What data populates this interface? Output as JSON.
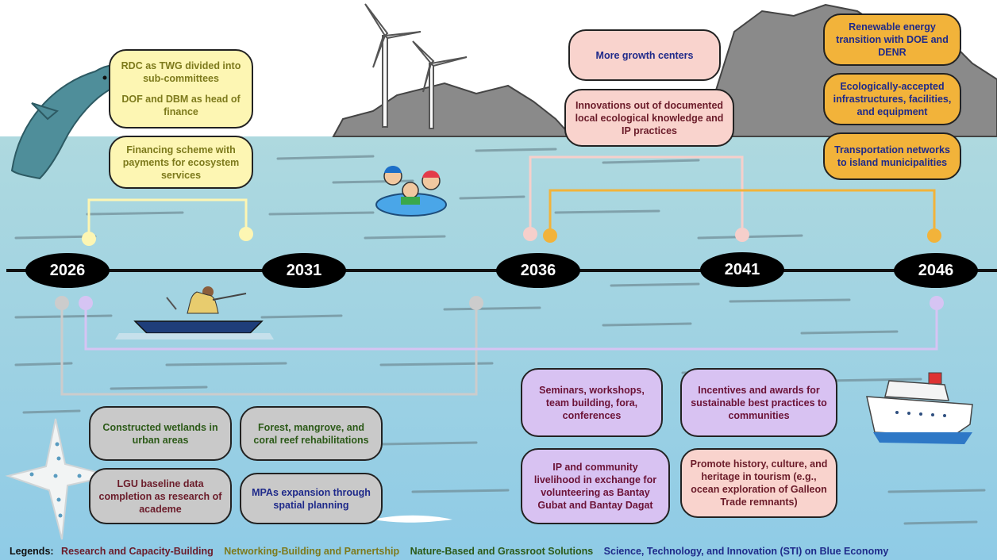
{
  "colors": {
    "sky": "#ffffff",
    "sea_top": "#aed9df",
    "sea_bottom": "#8fcbe6",
    "timeline": "#111111",
    "yellow_line": "#fdf6b3",
    "pink_line": "#f6cfcb",
    "orange_line": "#f2b33a",
    "gray_line": "#cccccc",
    "lavender_line": "#d6c4f3"
  },
  "timeline": {
    "years": [
      "2026",
      "2031",
      "2036",
      "2041",
      "2046"
    ]
  },
  "boxes": {
    "rdc_twg": "RDC as TWG divided into sub-committees",
    "dof_dbm": "DOF and DBM as head of finance",
    "financing_scheme": "Financing scheme with payments for ecosystem services",
    "growth_centers": "More growth centers",
    "innovations": "Innovations out of documented local ecological knowledge and IP practices",
    "renewable_energy": "Renewable energy transition with DOE and DENR",
    "eco_infra": "Ecologically-accepted infrastructures, facilities, and equipment",
    "transport_networks": "Transportation networks to island municipalities",
    "seminars": "Seminars, workshops, team building, fora, conferences",
    "incentives": "Incentives and awards for sustainable best practices to communities",
    "ip_livelihood": "IP and community livelihood in exchange for volunteering as Bantay Gubat and Bantay Dagat",
    "promote_history": "Promote history, culture, and heritage in tourism (e.g., ocean exploration of Galleon Trade remnants)",
    "wetlands": "Constructed wetlands in urban areas",
    "forest_rehab": "Forest, mangrove, and coral reef rehabilitations",
    "lgu_baseline": "LGU baseline data completion as research of academe",
    "mpas": "MPAs expansion through spatial planning"
  },
  "legend": {
    "title": "Legends:",
    "items": [
      {
        "label": "Research and Capacity-Building",
        "color": "#6b1c2a"
      },
      {
        "label": "Networking-Building and Parnertship",
        "color": "#7d7a1c"
      },
      {
        "label": "Nature-Based and Grassroot Solutions",
        "color": "#2c5a18"
      },
      {
        "label": "Science, Technology, and Innovation (STI) on Blue Economy",
        "color": "#1f2a8a"
      }
    ]
  },
  "icons": [
    "dolphin-icon",
    "wind-turbine-icon",
    "mountain-icon",
    "family-swim-ring-icon",
    "fisherman-boat-icon",
    "cruise-ship-icon",
    "starfish-icon"
  ]
}
